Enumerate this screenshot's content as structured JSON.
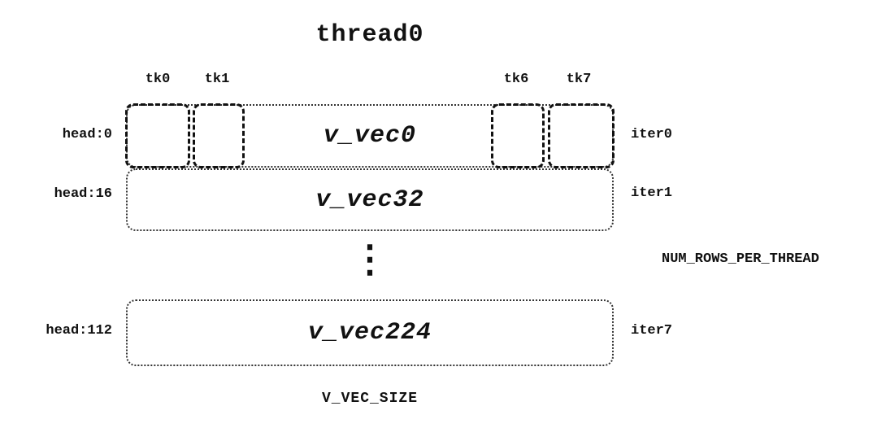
{
  "diagram": {
    "title": "thread0",
    "tk_labels": [
      "tk0",
      "tk1",
      "tk6",
      "tk7"
    ],
    "rows": [
      {
        "head": "head:0",
        "vec": "v_vec0",
        "iter": "iter0"
      },
      {
        "head": "head:16",
        "vec": "v_vec32",
        "iter": "iter1"
      },
      {
        "head": "head:112",
        "vec": "v_vec224",
        "iter": "iter7"
      }
    ],
    "ellipsis": "⋮",
    "right_note": "NUM_ROWS_PER_THREAD",
    "bottom_label": "V_VEC_SIZE"
  }
}
